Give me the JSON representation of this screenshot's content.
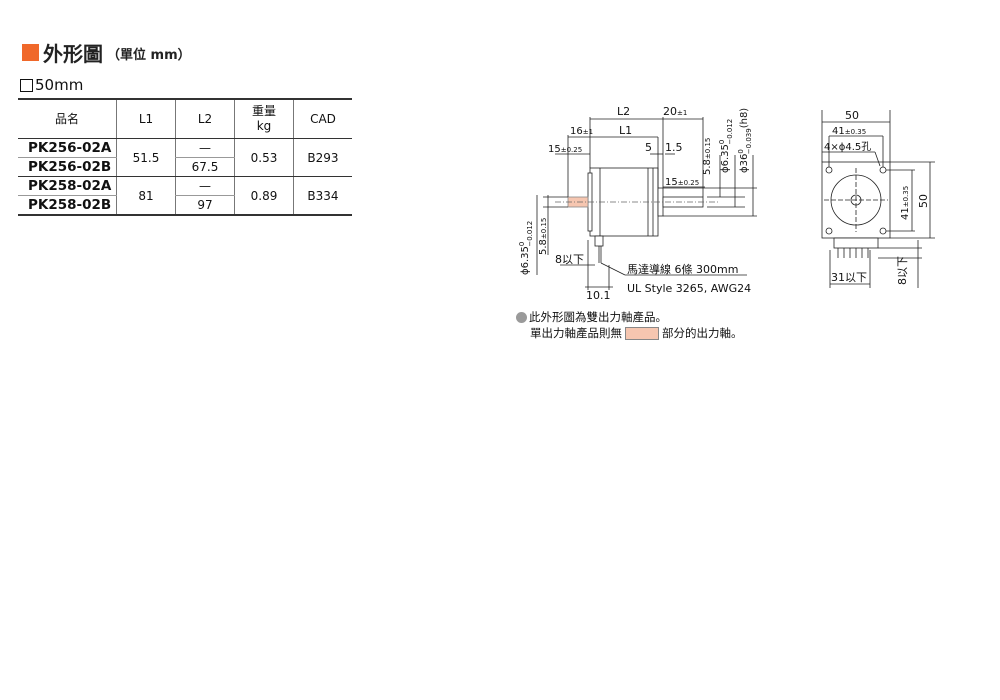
{
  "header": {
    "title": "外形圖",
    "unit": "（單位 mm）"
  },
  "size_label": "50mm",
  "table": {
    "headers": [
      "品名",
      "L1",
      "L2",
      "重量\nkg",
      "CAD"
    ],
    "rows": [
      {
        "model": "PK256-02A",
        "l2": "—"
      },
      {
        "model": "PK256-02B",
        "l2": "67.5"
      },
      {
        "model": "PK258-02A",
        "l2": "—"
      },
      {
        "model": "PK258-02B",
        "l2": "97"
      }
    ],
    "groups": [
      {
        "l1": "51.5",
        "weight": "0.53",
        "cad": "B293"
      },
      {
        "l1": "81",
        "weight": "0.89",
        "cad": "B334"
      }
    ]
  },
  "drawing": {
    "side": {
      "l2": "L2",
      "l1": "L1",
      "d20": "20",
      "tol20": "±1",
      "d16": "16",
      "tol16": "±1",
      "d15": "15",
      "tol15": "±0.25",
      "d5": "5",
      "d1_5": "1.5",
      "d15b": "15",
      "tol15b": "±0.25",
      "shaft_r": "5.8",
      "shaft_r_tol": "±0.15",
      "shaft_dia": "ϕ6.35",
      "shaft_dia_tol_up": "0",
      "shaft_dia_tol_dn": "−0.012",
      "pilot": "ϕ36",
      "pilot_tol_up": "0",
      "pilot_tol_dn": "−0.039",
      "pilot_fit": "(h8)",
      "left_dia": "ϕ6.35",
      "left_tol_up": "0",
      "left_tol_dn": "−0.012",
      "left_r": "5.8",
      "left_r_tol": "±0.15",
      "d8": "8以下",
      "d10_1": "10.1",
      "lead_label": "馬達導線 6條 300mm",
      "lead_spec": "UL Style 3265, AWG24"
    },
    "front": {
      "d50": "50",
      "d41": "41",
      "tol41": "±0.35",
      "holes": "4×ϕ4.5孔",
      "d41v": "41",
      "tol41v": "±0.35",
      "d50v": "50",
      "d31": "31以下",
      "d8": "8以下"
    }
  },
  "notes": {
    "line1": "此外形圖為雙出力軸產品。",
    "line2_pre": "單出力軸產品則無",
    "line2_post": "部分的出力軸。"
  },
  "colors": {
    "accent": "#f0682a",
    "shaft_highlight": "#f6c6b0"
  }
}
